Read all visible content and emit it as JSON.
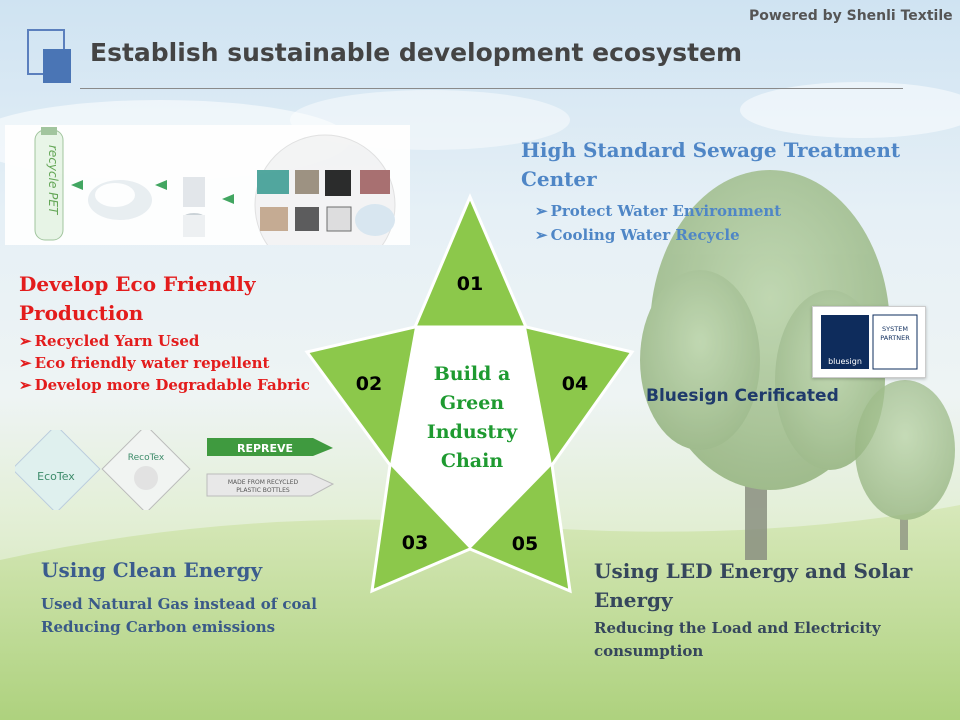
{
  "header": {
    "title": "Establish sustainable development ecosystem",
    "powered_by": "Powered by Shenli Textile"
  },
  "star": {
    "center_lines": [
      "Build a",
      "Green",
      "Industry",
      "Chain"
    ],
    "points": [
      "01",
      "02",
      "03",
      "04",
      "05"
    ],
    "fill_color": "#8cc84b"
  },
  "sections": {
    "sewage": {
      "heading": [
        "High Standard Sewage Treatment",
        "Center"
      ],
      "items": [
        "Protect Water Environment",
        "Cooling Water Recycle"
      ]
    },
    "eco": {
      "heading": [
        "Develop Eco Friendly",
        "Production"
      ],
      "items": [
        "Recycled Yarn Used",
        "Eco friendly water repellent",
        "Develop more Degradable Fabric"
      ]
    },
    "bluesign": {
      "label": "Bluesign Cerificated",
      "logo_text": "bluesign",
      "badge": [
        "SYSTEM",
        "PARTNER"
      ]
    },
    "clean_energy": {
      "heading": "Using Clean Energy",
      "lines": [
        "Used Natural Gas instead of coal",
        "Reducing Carbon emissions"
      ]
    },
    "led": {
      "heading": [
        "Using LED Energy and Solar",
        "Energy"
      ],
      "lines": [
        "Reducing the Load and Electricity",
        "consumption"
      ]
    }
  },
  "images": {
    "bottle_label": "recycle PET",
    "repreve": "REPREVE",
    "bottle2": [
      "MADE FROM RECYCLED",
      "PLASTIC BOTTLES"
    ],
    "tag1": "EcoTex",
    "tag2": "RecoTex"
  }
}
